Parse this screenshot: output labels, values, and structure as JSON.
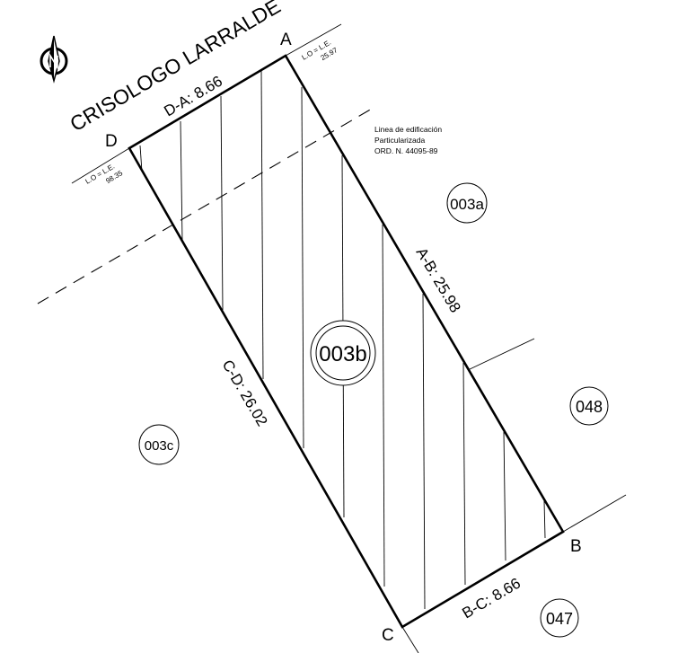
{
  "street_name": "CRISOLOGO LARRALDE",
  "vertices": {
    "a": "A",
    "b": "B",
    "c": "C",
    "d": "D"
  },
  "dimensions": {
    "da": "D-A: 8.66",
    "ab": "A-B: 25.98",
    "bc": "B-C: 8.66",
    "cd": "C-D: 26.02"
  },
  "lo_le_left": {
    "label": "L.O = L.E.",
    "value": "98.35"
  },
  "lo_le_right": {
    "label": "L.O = L.E.",
    "value": "25.97"
  },
  "note": [
    "Linea de edificación",
    "Particularizada",
    "ORD. N. 44095-89"
  ],
  "parcels": {
    "main": "003b",
    "p003a": "003a",
    "p003c": "003c",
    "p048": "048",
    "p047": "047"
  },
  "icons": {
    "north": "north-arrow-icon"
  }
}
